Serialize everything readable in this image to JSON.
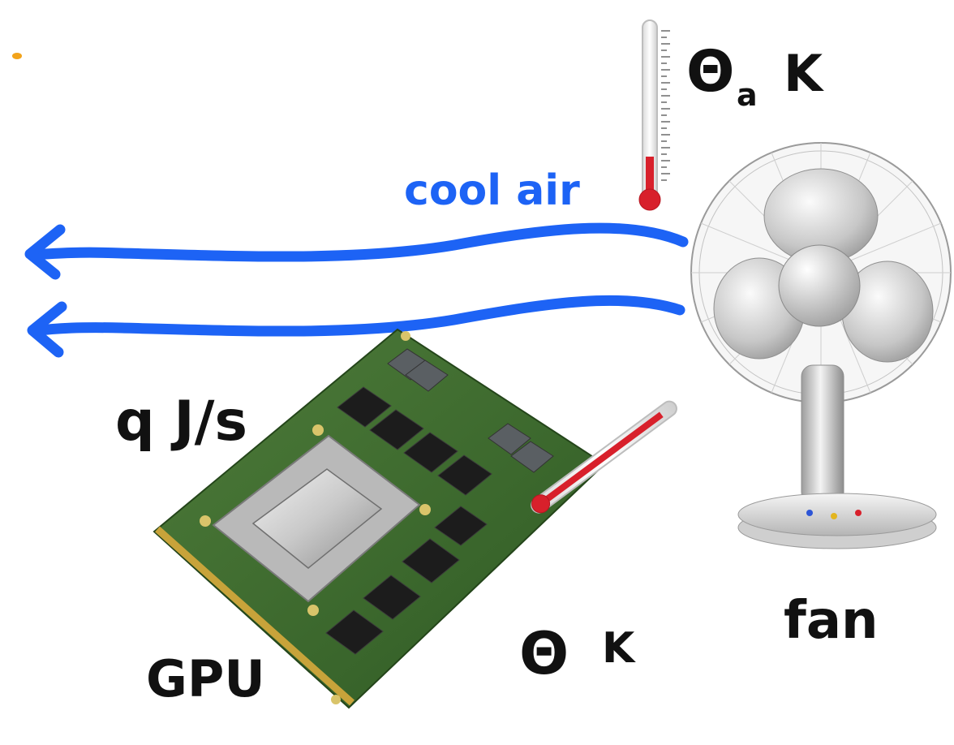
{
  "labels": {
    "ambient_temp": "Θa K",
    "ambient_theta": "Θ",
    "ambient_sub": "a",
    "ambient_unit": "K",
    "cool_air": "cool air",
    "heat_rate": "q J/s",
    "gpu": "GPU",
    "gpu_temp_theta": "Θ",
    "gpu_temp_unit": "K",
    "fan": "fan"
  },
  "colors": {
    "air_arrow": "#1d63f5",
    "label_text": "#111111",
    "thermometer_red": "#d8202b",
    "orange_dot": "#f2a31b"
  },
  "icons": [
    "thermometer-icon",
    "gpu-board-image",
    "desk-fan-image",
    "arrow-left-icon"
  ]
}
